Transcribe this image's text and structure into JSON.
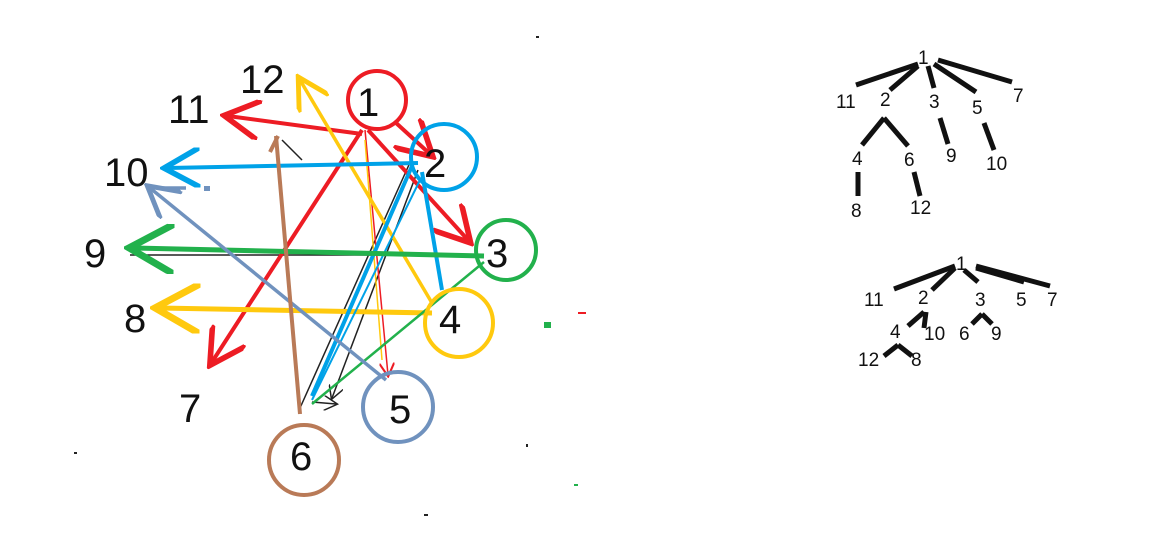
{
  "graph": {
    "node_labels": {
      "n1": "1",
      "n2": "2",
      "n3": "3",
      "n4": "4",
      "n5": "5",
      "n6": "6",
      "n7": "7",
      "n8": "8",
      "n9": "9",
      "n10": "10",
      "n11": "11",
      "n12": "12"
    },
    "colors": {
      "node1": "#ed1c24",
      "node2": "#00a2e8",
      "node3": "#22b14c",
      "node4": "#ffc90e",
      "node5": "#7092be",
      "node6": "#b97a57"
    }
  },
  "tree_top": {
    "labels": {
      "t1": "1",
      "t2": "2",
      "t3": "3",
      "t4": "4",
      "t5": "5",
      "t6": "6",
      "t7": "7",
      "t8": "8",
      "t9": "9",
      "t10": "10",
      "t11": "11",
      "t12": "12"
    }
  },
  "tree_bottom": {
    "labels": {
      "b1": "1",
      "b2": "2",
      "b3": "3",
      "b4": "4",
      "b5": "5",
      "b6": "6",
      "b7": "7",
      "b8": "8",
      "b9": "9",
      "b10": "10",
      "b11": "11",
      "b12": "12"
    }
  }
}
